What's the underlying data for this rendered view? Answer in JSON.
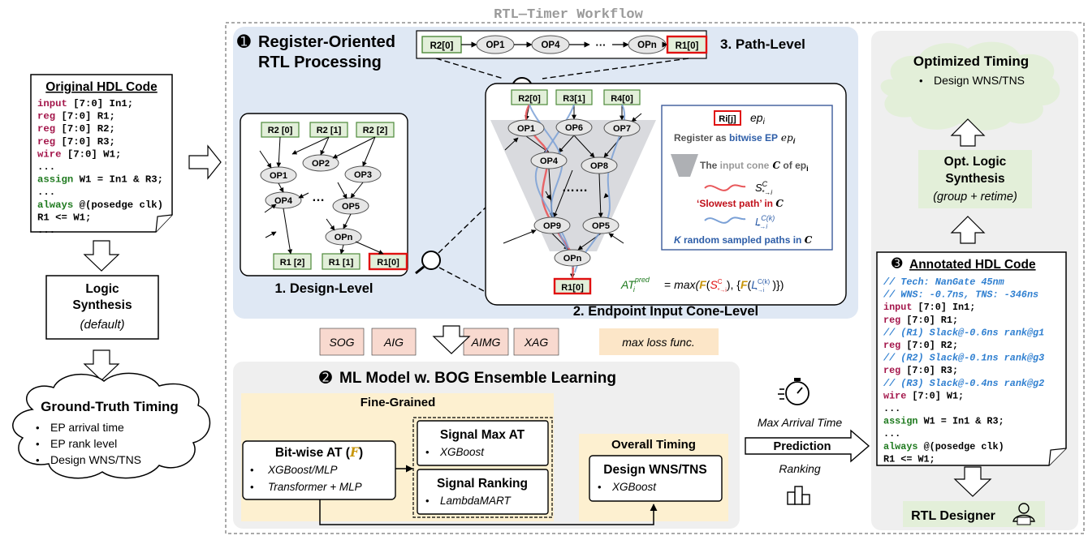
{
  "title": "RTL—Timer Workflow",
  "left": {
    "orig_hdl_title": "Original HDL Code",
    "orig_code": [
      {
        "kw": "input",
        "kwc": "red",
        "rest": " [7:0] In1;"
      },
      {
        "kw": "reg",
        "kwc": "red",
        "rest": " [7:0] R1;"
      },
      {
        "kw": "reg",
        "kwc": "red",
        "rest": " [7:0] R2;"
      },
      {
        "kw": "reg",
        "kwc": "red",
        "rest": " [7:0] R3;"
      },
      {
        "kw": "wire",
        "kwc": "red",
        "rest": " [7:0] W1;"
      },
      {
        "kw": "",
        "kwc": "",
        "rest": "..."
      },
      {
        "kw": "assign",
        "kwc": "green",
        "rest": " W1 = In1 & R3;"
      },
      {
        "kw": "",
        "kwc": "",
        "rest": "..."
      },
      {
        "kw": "always",
        "kwc": "green",
        "rest": " @(posedge clk)"
      },
      {
        "kw": "",
        "kwc": "",
        "rest": "  R1 <= W1;"
      },
      {
        "kw": "",
        "kwc": "",
        "rest": "..."
      }
    ],
    "logic_synth": [
      "Logic",
      "Synthesis"
    ],
    "logic_synth_sub": "(default)",
    "gt_title": "Ground-Truth Timing",
    "gt_items": [
      "EP arrival time",
      "EP rank level",
      "Design WNS/TNS"
    ]
  },
  "section1": {
    "num": "➊",
    "title_l1": "Register-Oriented",
    "title_l2": "RTL Processing",
    "path_level": "3. Path-Level",
    "path_nodes": [
      "R2[0]",
      "OP1",
      "OP4",
      "···",
      "OPn",
      "R1[0]"
    ],
    "design_level": "1. Design-Level",
    "design_regs_top": [
      "R2 [0]",
      "R2 [1]",
      "R2 [2]"
    ],
    "design_ops": [
      "OP1",
      "OP2",
      "OP3",
      "OP4",
      "OP5",
      "OPn"
    ],
    "design_dots": "…",
    "design_regs_bot": [
      "R1 [2]",
      "R1 [1]",
      "R1[0]"
    ],
    "cone_level": "2. Endpoint Input Cone-Level",
    "cone_regs_top": [
      "R2[0]",
      "R3[1]",
      "R4[0]"
    ],
    "cone_ops": [
      "OP1",
      "OP6",
      "OP7",
      "OP4",
      "OP8",
      "OP9",
      "OP5",
      "OPn"
    ],
    "cone_dots": "……",
    "cone_reg_bot": "R1[0]",
    "legend": {
      "rij": "Ri[j]",
      "ep": "ep",
      "ep_sub": "i",
      "reg_as": "Register as ",
      "bitwise_ep": "bitwise EP",
      "ep_i": " ep",
      "cone_pre": "The ",
      "cone_mid": "input cone",
      "cone_c": " C",
      "cone_post": " of ep",
      "slowest": "‘Slowest path’ in ",
      "slowest_c": "C",
      "k": "K",
      "random": " random sampled paths in ",
      "random_c": "C"
    },
    "formula": "AT",
    "formula_sup": "pred",
    "formula_rest": " = max(F(S), {F(L)})"
  },
  "features": [
    "SOG",
    "AIG",
    "AIMG",
    "XAG"
  ],
  "max_loss": "max loss func.",
  "section2": {
    "num": "➋",
    "title": "ML Model w. BOG Ensemble Learning",
    "fine_grained": "Fine-Grained",
    "bitwise_title": "Bit-wise AT (",
    "bitwise_f": "F",
    "bitwise_close": ")",
    "bitwise_items": [
      "XGBoost/MLP",
      "Transformer + MLP"
    ],
    "sigmax_title": "Signal Max AT",
    "sigmax_item": "XGBoost",
    "sigrank_title": "Signal Ranking",
    "sigrank_item": "LambdaMART",
    "overall": "Overall Timing",
    "wns_title": "Design WNS/TNS",
    "wns_item": "XGBoost"
  },
  "prediction": {
    "max_at": "Max Arrival Time",
    "label": "Prediction",
    "ranking": "Ranking"
  },
  "right": {
    "opt_timing": "Optimized Timing",
    "opt_item": "Design WNS/TNS",
    "opt_logic_l1": "Opt. Logic",
    "opt_logic_l2": "Synthesis",
    "opt_logic_sub": "(group + retime)",
    "annot_num": "➌",
    "annot_title": "Annotated HDL Code",
    "annot_code": [
      {
        "kw": "",
        "kwc": "cmt",
        "rest": "// Tech: NanGate 45nm"
      },
      {
        "kw": "",
        "kwc": "cmt",
        "rest": "// WNS: -0.7ns, TNS: -346ns"
      },
      {
        "kw": "input",
        "kwc": "red",
        "rest": " [7:0] In1;"
      },
      {
        "kw": "reg",
        "kwc": "red",
        "rest": " [7:0] R1;"
      },
      {
        "kw": "",
        "kwc": "cmt",
        "rest": "// (R1) Slack@-0.6ns rank@g1"
      },
      {
        "kw": "reg",
        "kwc": "red",
        "rest": " [7:0] R2;"
      },
      {
        "kw": "",
        "kwc": "cmt",
        "rest": "// (R2) Slack@-0.1ns rank@g3"
      },
      {
        "kw": "reg",
        "kwc": "red",
        "rest": " [7:0] R3;"
      },
      {
        "kw": "",
        "kwc": "cmt",
        "rest": "// (R3) Slack@-0.4ns rank@g2"
      },
      {
        "kw": "wire",
        "kwc": "red",
        "rest": " [7:0] W1;"
      },
      {
        "kw": "",
        "kwc": "",
        "rest": "..."
      },
      {
        "kw": "assign",
        "kwc": "green",
        "rest": " W1 = In1 & R3;"
      },
      {
        "kw": "",
        "kwc": "",
        "rest": "..."
      },
      {
        "kw": "always",
        "kwc": "green",
        "rest": " @(posedge clk)"
      },
      {
        "kw": "",
        "kwc": "",
        "rest": "  R1 <= W1;"
      }
    ],
    "rtl_designer": "RTL Designer"
  },
  "colors": {
    "reg_fill": "#e2efd9",
    "reg_stroke": "#4e8a3a",
    "ep_stroke": "#e01010",
    "op_fill": "#e6e6e6",
    "sec1_bg": "#dfe8f4",
    "sec2_bg": "#efefef",
    "fine_bg": "#fdf0d0",
    "feat_bg": "#f8d9cf",
    "loss_bg": "#fce6c8",
    "cloud_green": "#e3efd9",
    "red_path": "#e8575a",
    "blue_path": "#7aa0d6",
    "bitwise_blue": "#2e5ea8",
    "f_gold": "#c8960a"
  }
}
